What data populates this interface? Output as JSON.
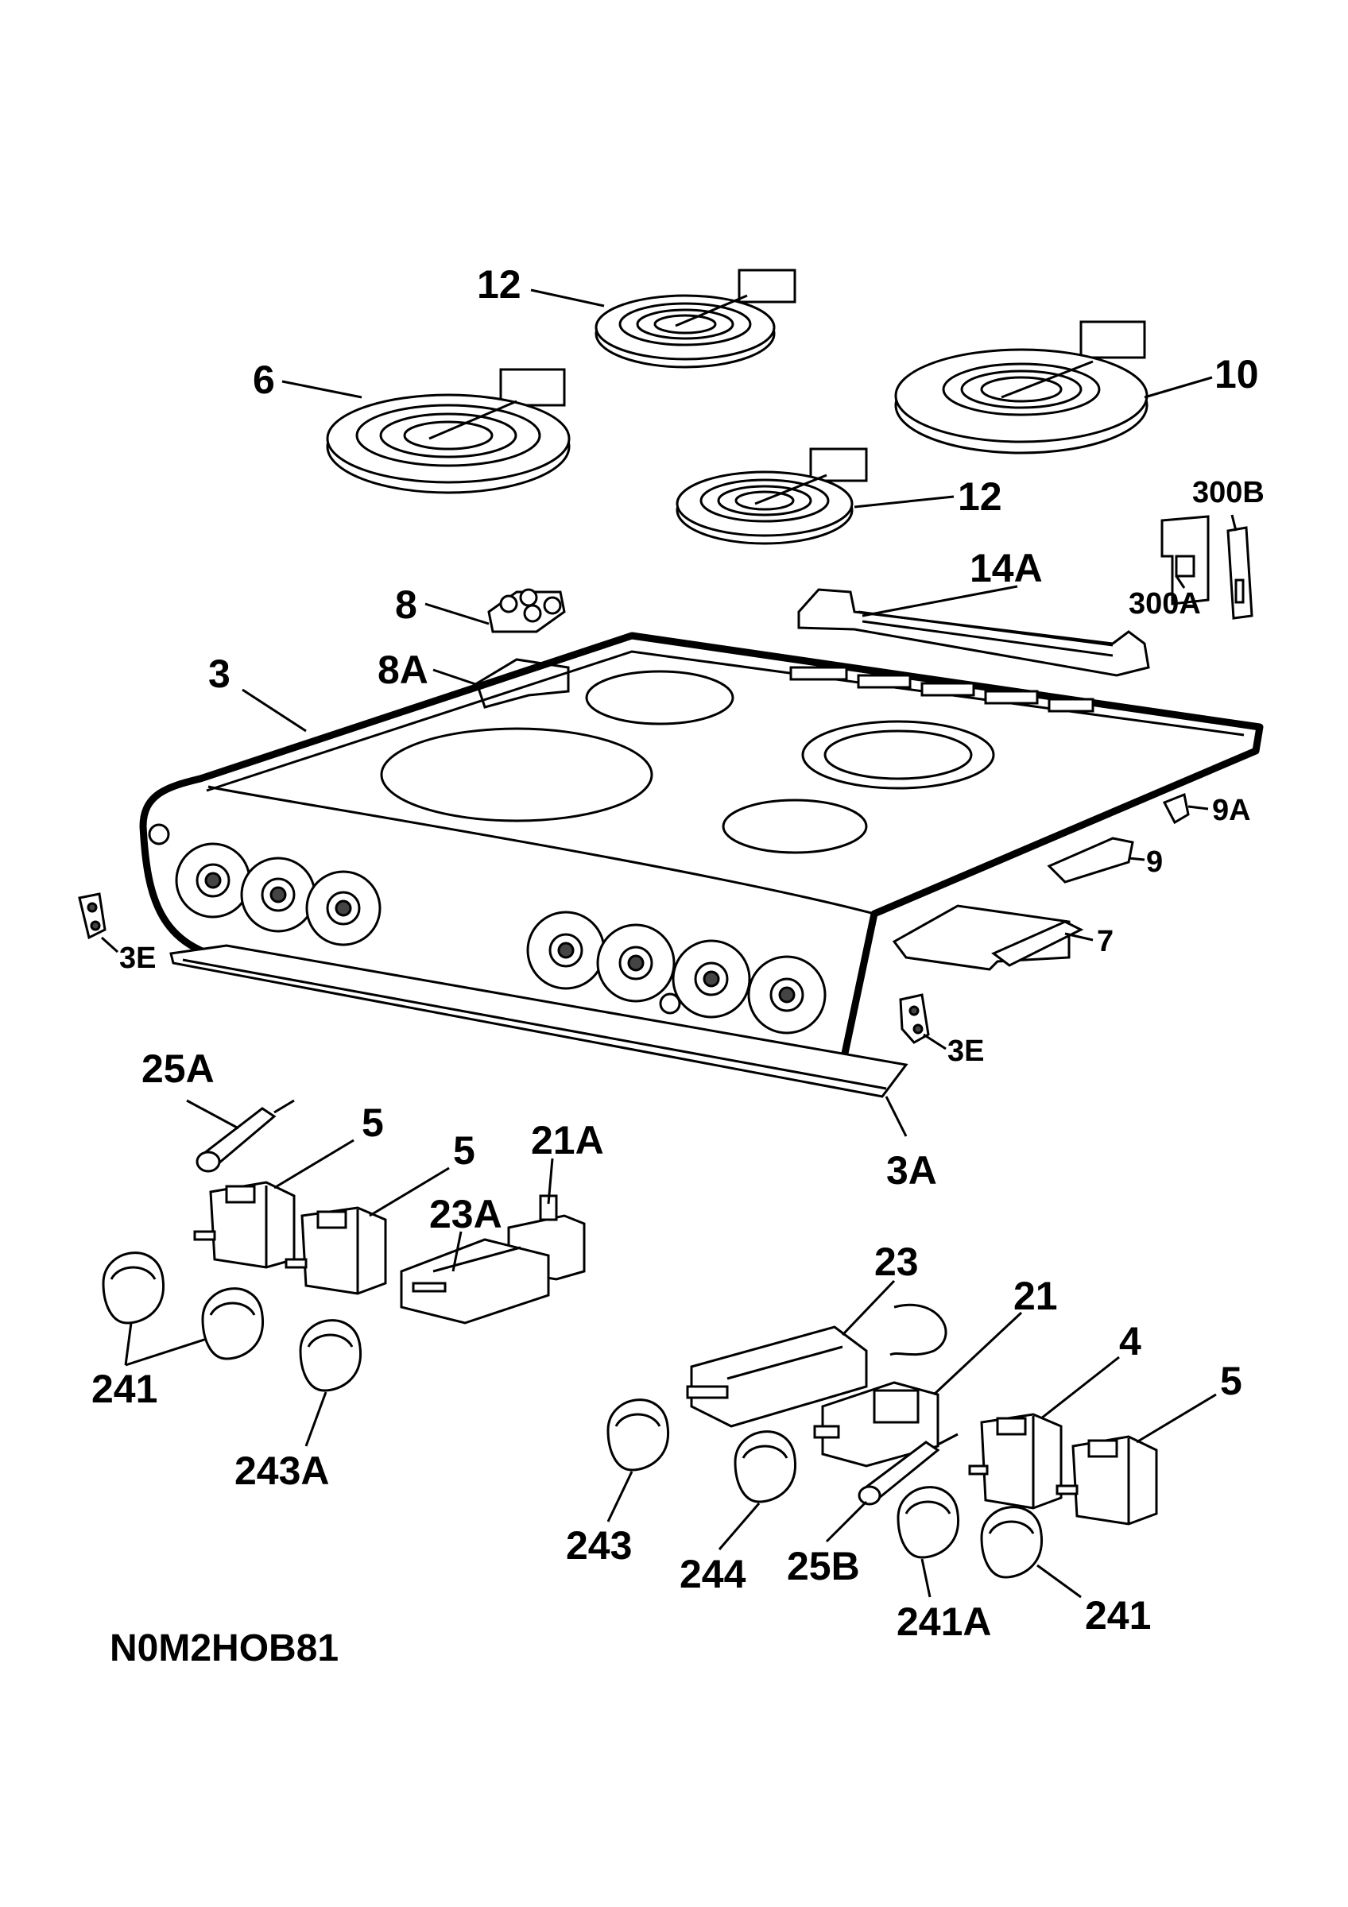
{
  "diagram": {
    "drawing_code": "N0M2HOB81",
    "labels": {
      "p12_top": "12",
      "p6": "6",
      "p10": "10",
      "p12_mid": "12",
      "p300B": "300B",
      "p300A": "300A",
      "p14A": "14A",
      "p8": "8",
      "p8A": "8A",
      "p3": "3",
      "p9A": "9A",
      "p9": "9",
      "p7": "7",
      "p3E_left": "3E",
      "p3E_right": "3E",
      "p25A": "25A",
      "p5_a": "5",
      "p5_b": "5",
      "p21A": "21A",
      "p23A": "23A",
      "p3A": "3A",
      "p241_left": "241",
      "p243A": "243A",
      "p23": "23",
      "p21": "21",
      "p4": "4",
      "p5_c": "5",
      "p243": "243",
      "p244": "244",
      "p25B": "25B",
      "p241A": "241A",
      "p241_right": "241"
    }
  }
}
